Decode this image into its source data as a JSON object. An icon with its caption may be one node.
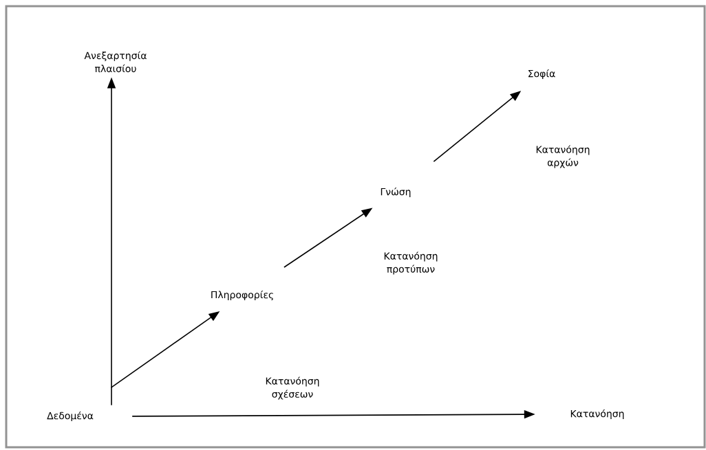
{
  "diagram": {
    "nodes": [
      {
        "text": [
          "Δεδομένα"
        ]
      },
      {
        "text": [
          "Πληροφορίες"
        ]
      },
      {
        "text": [
          "Γνώση"
        ]
      },
      {
        "text": [
          "Σοφία"
        ]
      },
      {
        "text": [
          "Ανεξαρτησία πλαισίου"
        ]
      },
      {
        "text": [
          "Κατανόηση"
        ]
      }
    ],
    "edges": [
      {
        "from": 0,
        "to": 1,
        "arrow": "to"
      },
      {
        "from": 1,
        "to": 2,
        "arrow": "to"
      },
      {
        "from": 2,
        "to": 3,
        "arrow": "to"
      },
      {
        "from": 0,
        "to": 4,
        "arrow": "to"
      },
      {
        "from": 0,
        "to": 5,
        "arrow": "to"
      }
    ],
    "labels": [
      "Κατανόηση αρχών",
      "Κατανόηση προτύπων",
      "Κατανόηση σχέσεων"
    ]
  }
}
